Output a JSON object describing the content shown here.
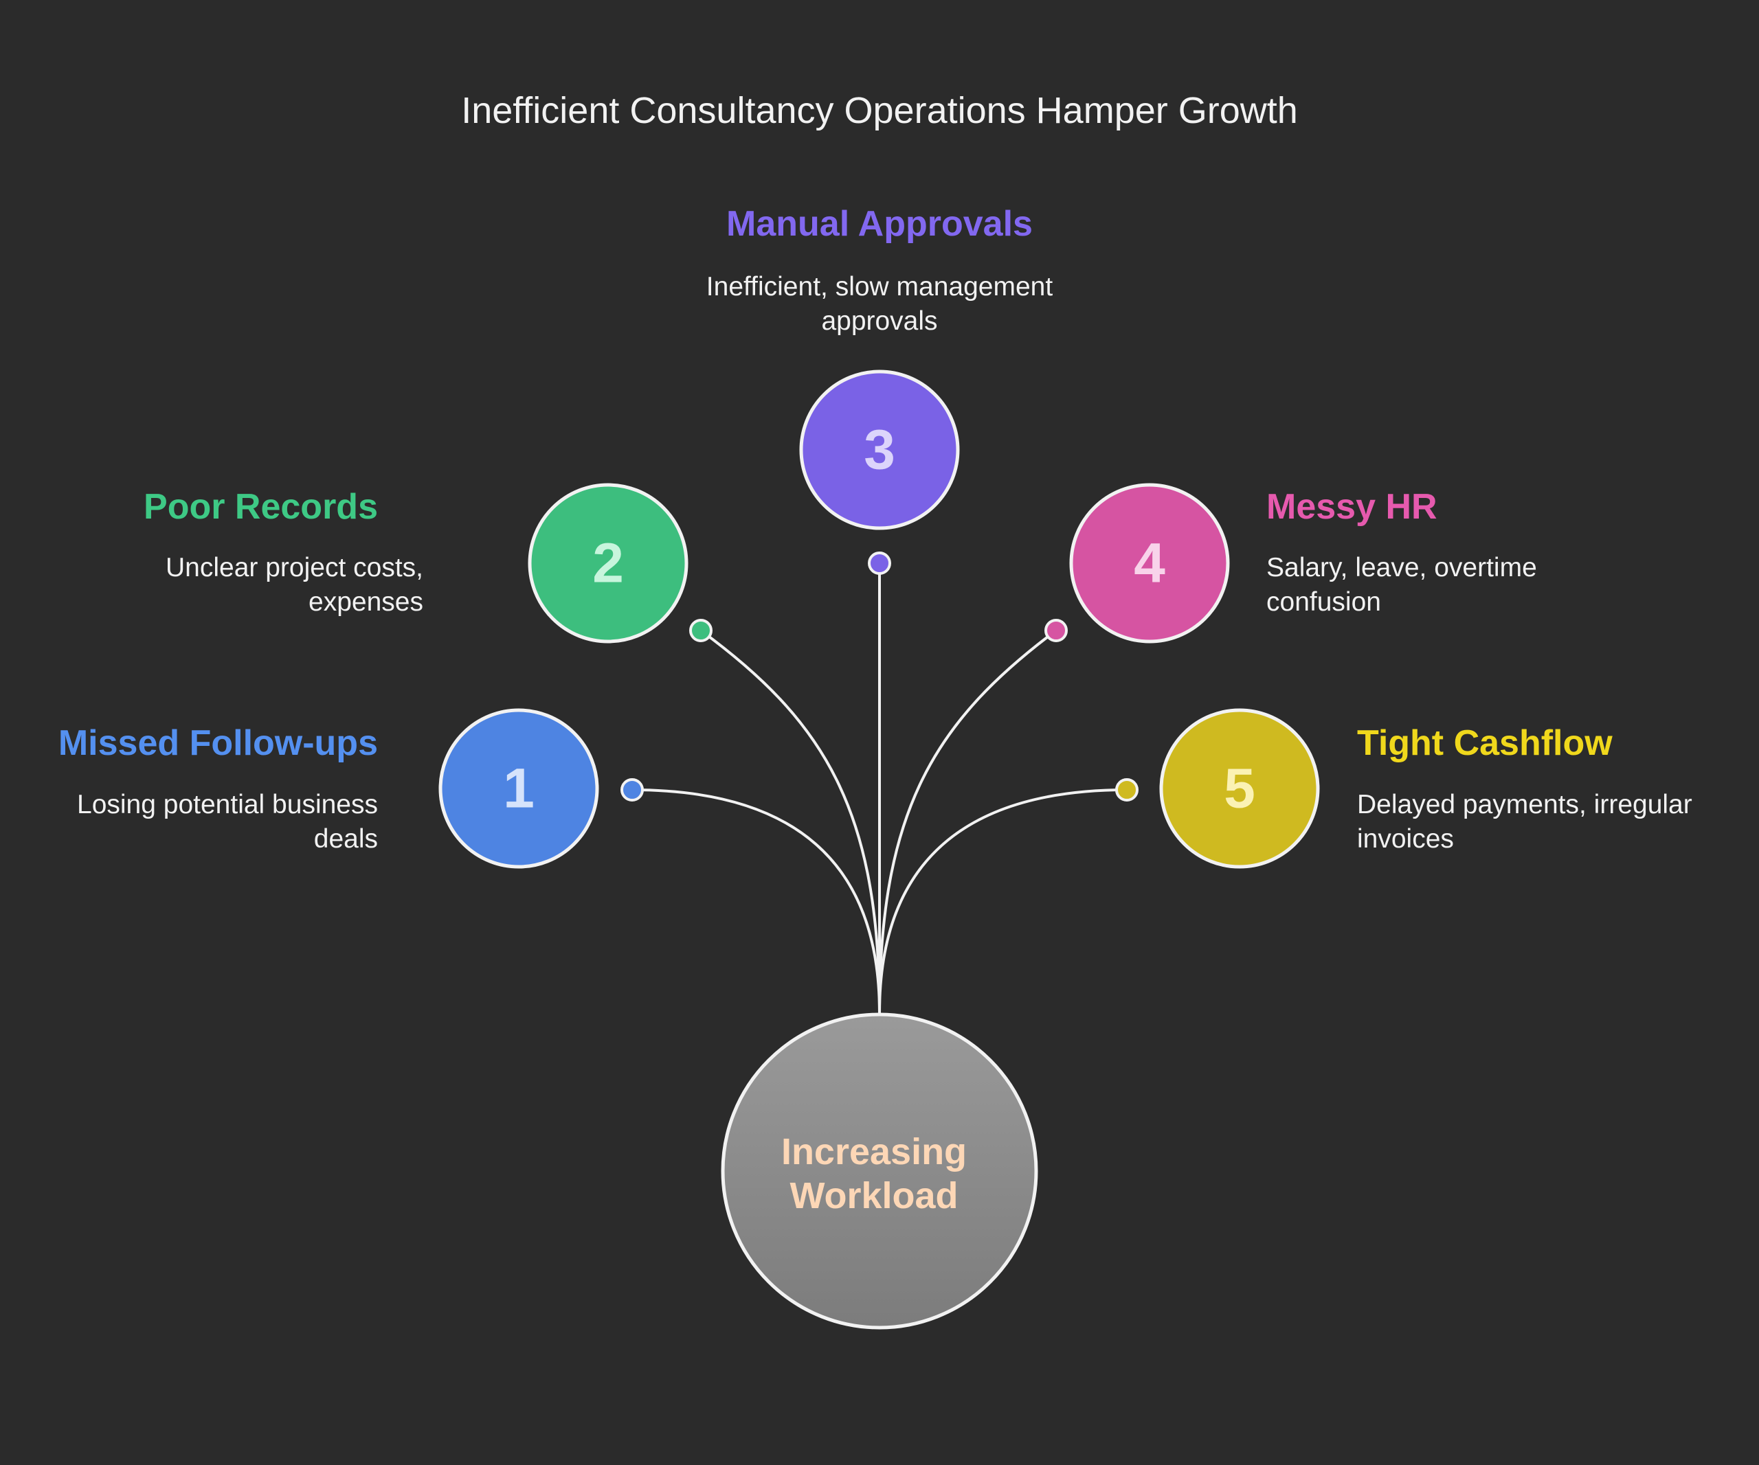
{
  "title": "Inefficient Consultancy Operations Hamper Growth",
  "center": {
    "label_line1": "Increasing",
    "label_line2": "Workload",
    "fill_top": "#9a9a9a",
    "fill_bottom": "#7c7c7c",
    "text_color": "#fdd7b6"
  },
  "items": [
    {
      "number": "1",
      "title": "Missed Follow-ups",
      "desc_line1": "Losing potential business",
      "desc_line2": "deals",
      "color": "#4e84e2",
      "title_color": "#5490f0",
      "number_color": "#d6e3fb"
    },
    {
      "number": "2",
      "title": "Poor Records",
      "desc_line1": "Unclear project costs,",
      "desc_line2": "expenses",
      "color": "#3dbe7e",
      "title_color": "#3ec985",
      "number_color": "#c8f5dd"
    },
    {
      "number": "3",
      "title": "Manual Approvals",
      "desc_line1": "Inefficient, slow management",
      "desc_line2": "approvals",
      "color": "#7a62e6",
      "title_color": "#8268f0",
      "number_color": "#dcd4fb"
    },
    {
      "number": "4",
      "title": "Messy HR",
      "desc_line1": "Salary, leave, overtime",
      "desc_line2": "confusion",
      "color": "#d654a2",
      "title_color": "#e65aae",
      "number_color": "#f8d3ea"
    },
    {
      "number": "5",
      "title": "Tight Cashflow",
      "desc_line1": "Delayed payments, irregular",
      "desc_line2": "invoices",
      "color": "#cfba20",
      "title_color": "#f0d81c",
      "number_color": "#fbf2b4"
    }
  ]
}
